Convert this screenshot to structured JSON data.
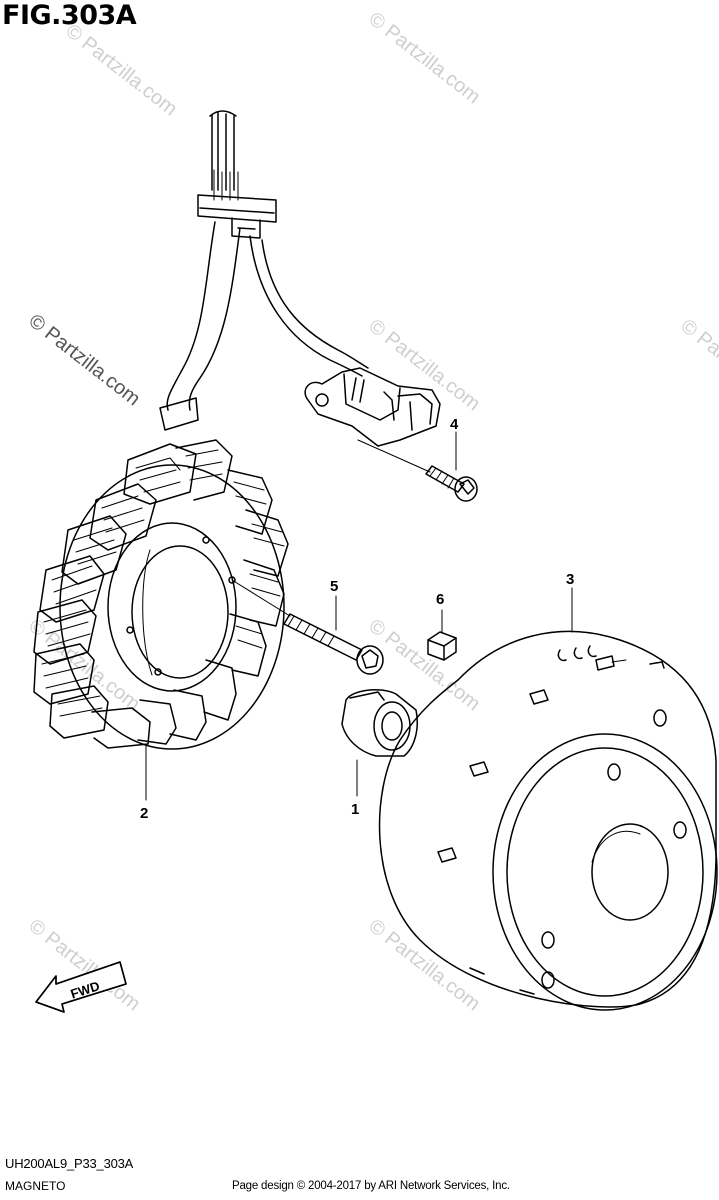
{
  "figure": {
    "title": "FIG.303A",
    "model_code": "UH200AL9_P33_303A",
    "caption": "MAGNETO"
  },
  "footer": {
    "text": "Page design © 2004-2017 by ARI Network Services, Inc."
  },
  "watermark": {
    "text": "© Partzilla.com"
  },
  "direction_arrow": {
    "label": "FWD"
  },
  "callouts": [
    {
      "id": "1",
      "part": "nut"
    },
    {
      "id": "2",
      "part": "stator"
    },
    {
      "id": "3",
      "part": "rotor"
    },
    {
      "id": "4",
      "part": "pickup-screw"
    },
    {
      "id": "5",
      "part": "stator-bolt"
    },
    {
      "id": "6",
      "part": "key"
    }
  ]
}
